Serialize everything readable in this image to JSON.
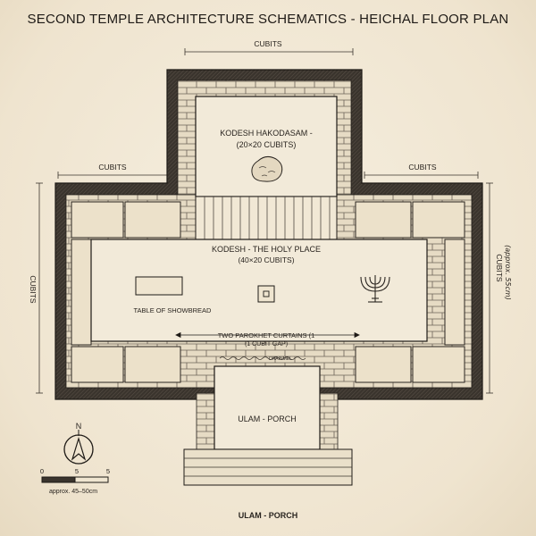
{
  "title": "SECOND TEMPLE ARCHITECTURE SCHEMATICS - HEICHAL FLOOR PLAN",
  "dims": {
    "top": "CUBITS",
    "upper_left": "CUBITS",
    "upper_right": "CUBITS",
    "left": "CUBITS",
    "right": "CUBITS",
    "right_note": "(approx. 55cm)"
  },
  "rooms": {
    "holy_of_holies_title": "KODESH HAKODASAM -",
    "holy_of_holies_size": "(20×20 CUBITS)",
    "holy_place_title": "KODESH - THE HOLY PLACE",
    "holy_place_size": "(40×20 CUBITS)",
    "table": "TABLE OF SHOWBREAD",
    "curtains_line1": "TWO PAROKHET CURTAINS (1",
    "curtains_line2": "(1 CUBIT GAP)",
    "drain": "DRAINMEL",
    "porch": "ULAM - PORCH",
    "bottom": "ULAM - PORCH"
  },
  "compass": {
    "north": "N"
  },
  "scale": {
    "ticks": [
      "0",
      "5",
      "5"
    ],
    "note": "approx. 45–50cm"
  }
}
